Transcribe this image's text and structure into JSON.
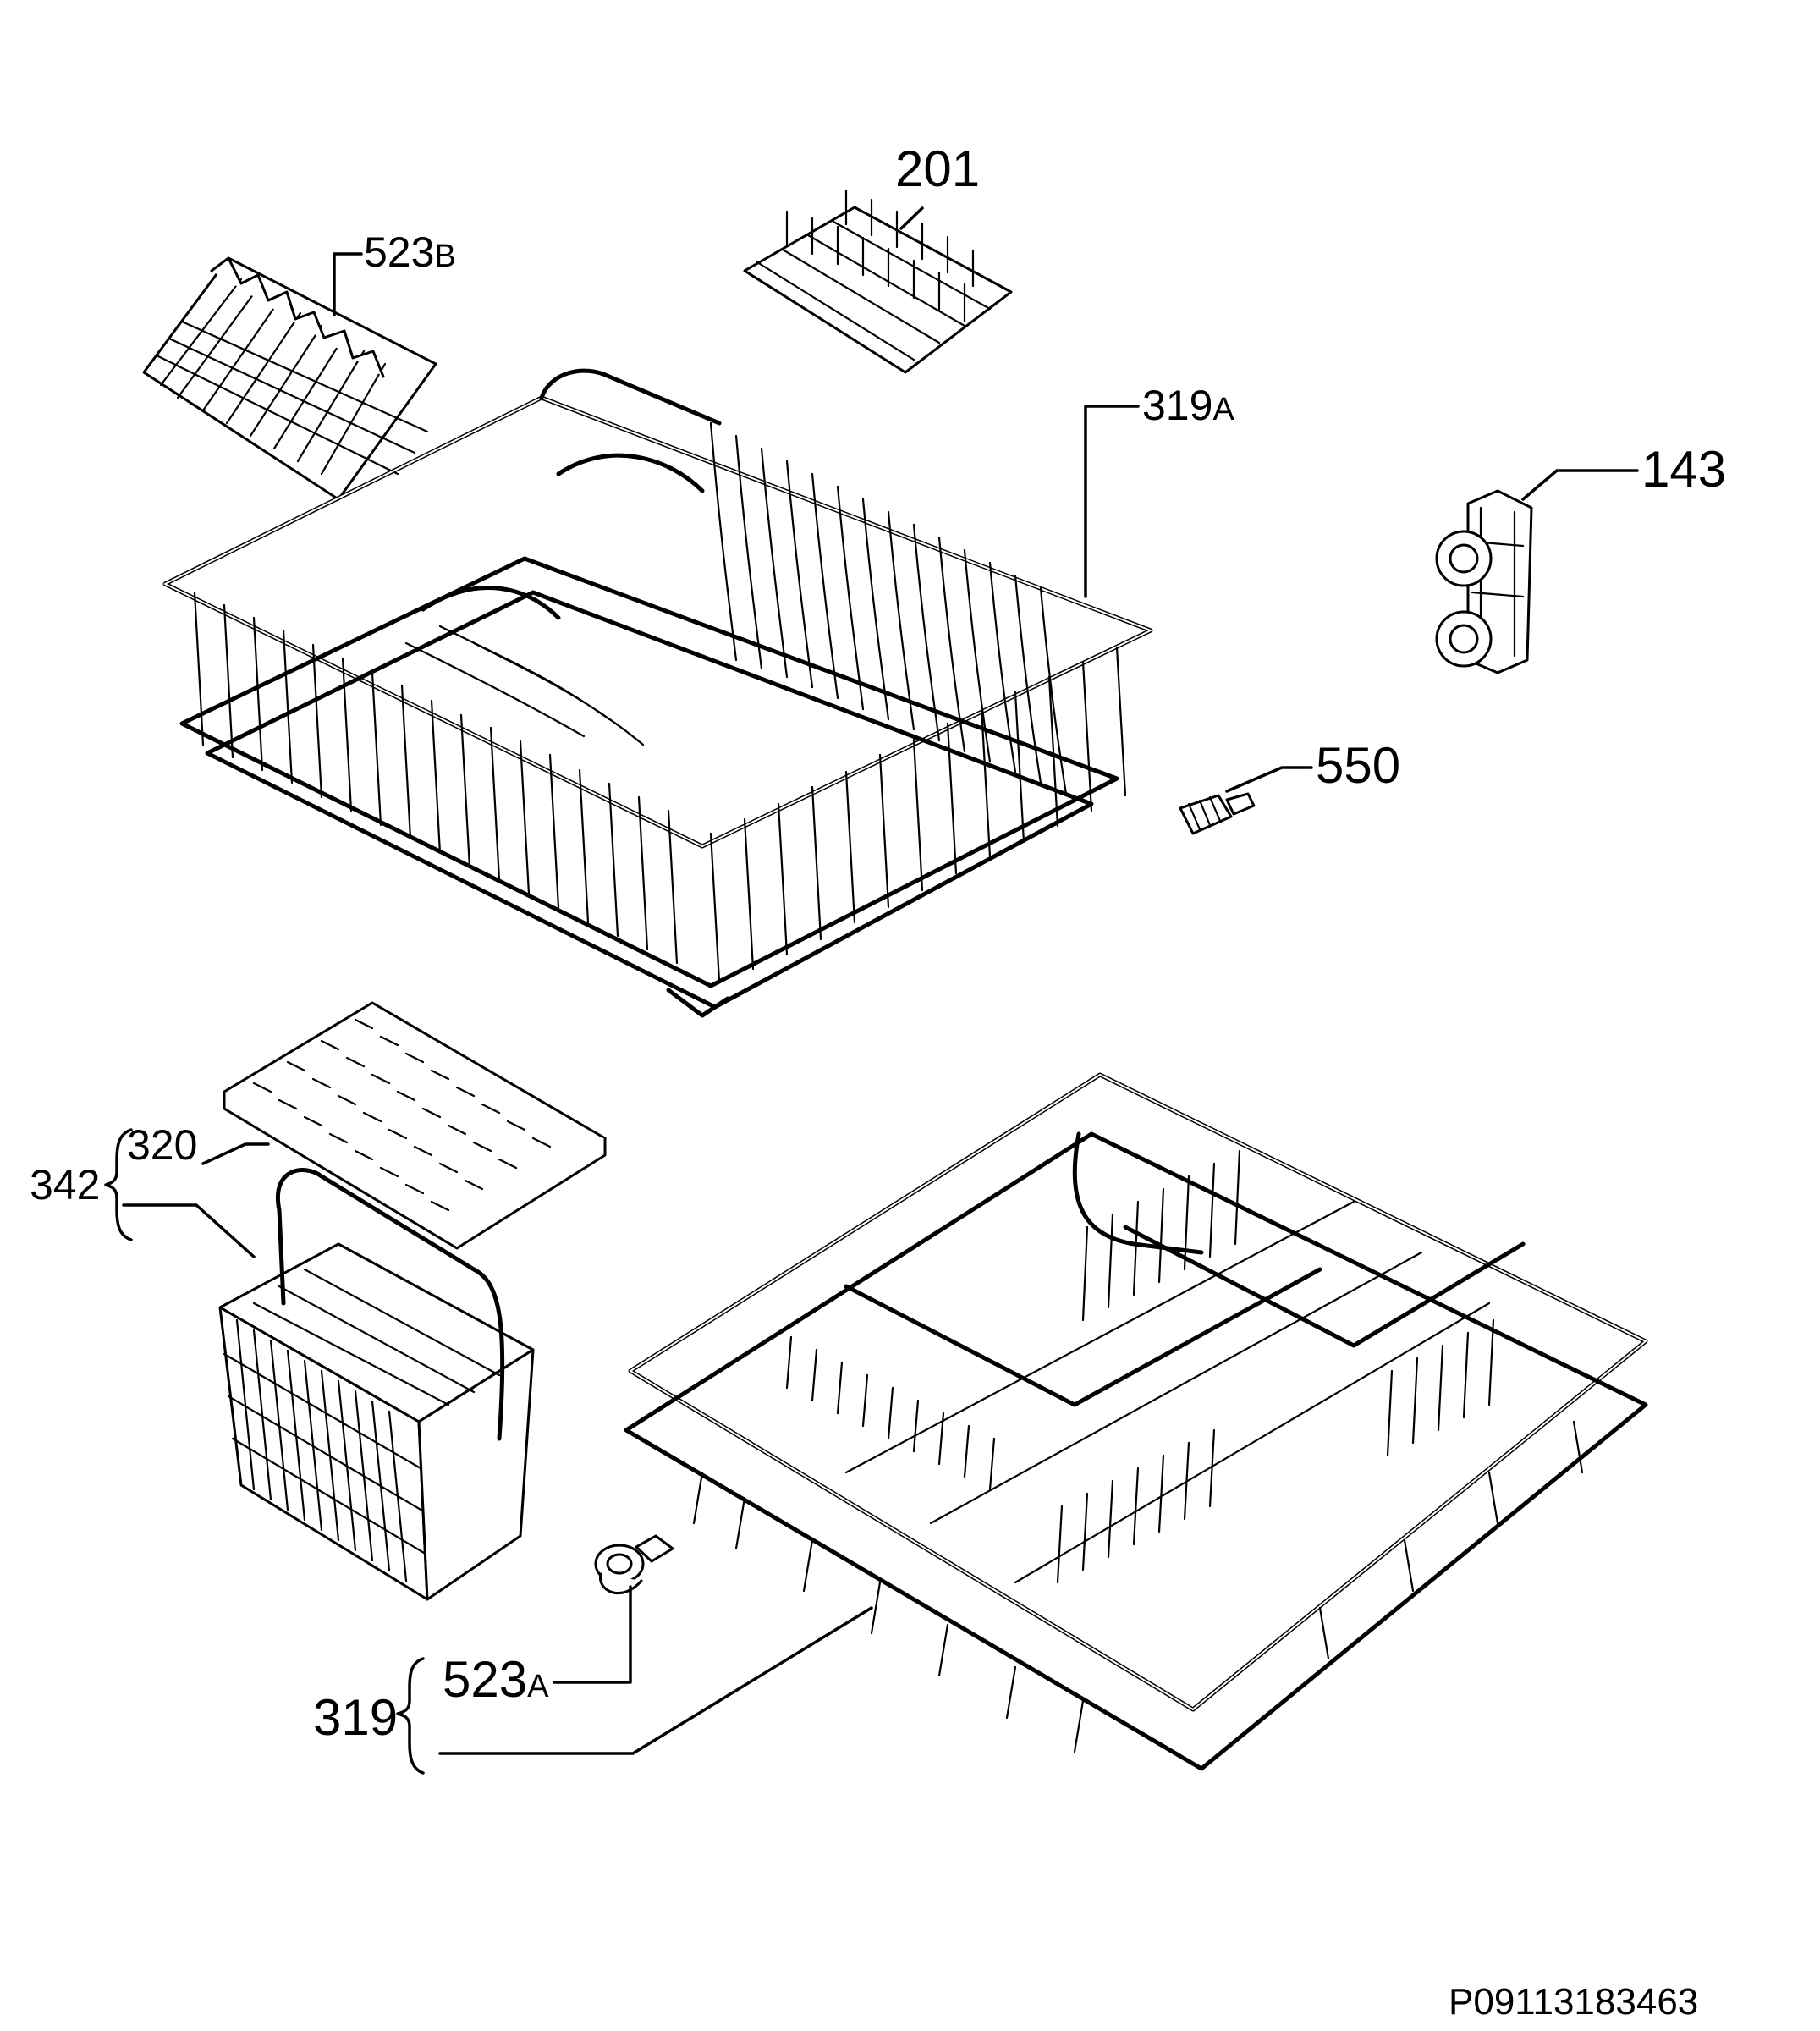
{
  "diagram": {
    "code": "P09113183463",
    "labels": {
      "l201": "201",
      "l523b_num": "523",
      "l523b_suf": "B",
      "l319a_num": "319",
      "l319a_suf": "A",
      "l143": "143",
      "l550": "550",
      "l342": "342",
      "l320": "320",
      "l523a_num": "523",
      "l523a_suf": "A",
      "l319": "319"
    }
  }
}
